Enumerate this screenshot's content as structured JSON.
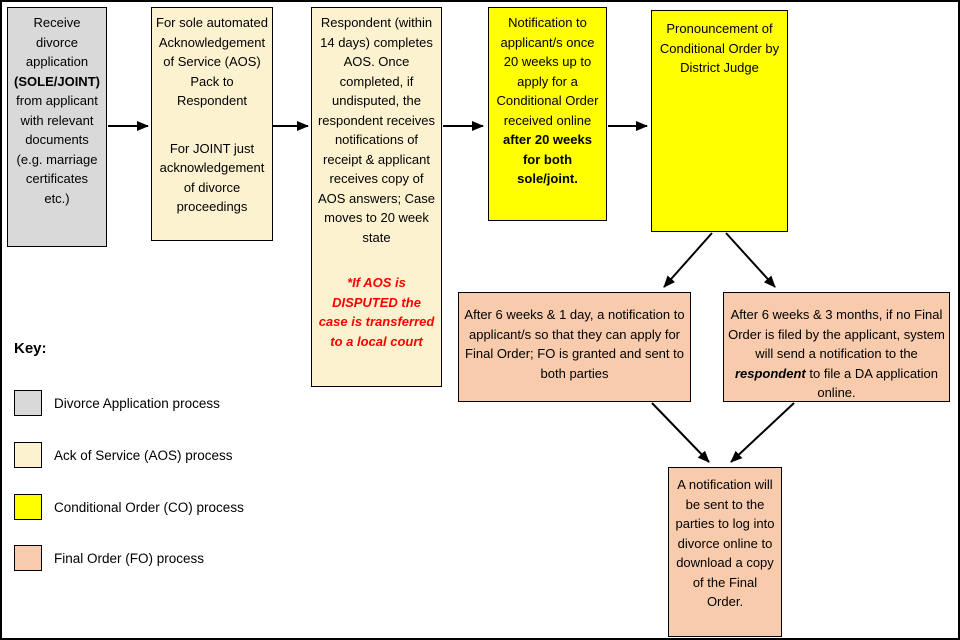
{
  "colors": {
    "divorce_application_process": "#d9d9d9",
    "aos_process": "#fdf2d0",
    "conditional_order_process": "#ffff00",
    "final_order_process": "#f8cbad",
    "alert_text": "#ff0000"
  },
  "boxes": {
    "receive": {
      "pre": "Receive divorce application ",
      "bold": "(SOLE/JOINT)",
      "post": " from applicant with relevant documents (e.g. marriage certificates etc.)"
    },
    "aos_pack": {
      "para1": "For sole automated Acknowledgement of Service  (AOS) Pack to Respondent",
      "para2": "For JOINT just acknowledgement of divorce proceedings"
    },
    "respondent_aos": {
      "para1": "Respondent (within 14 days) completes AOS. Once completed, if undisputed, the respondent receives notifications of receipt & applicant receives copy of AOS answers; Case moves to 20 week state",
      "alert": "*If AOS is DISPUTED the case is transferred to a local court"
    },
    "notification_co": {
      "pre": "Notification to applicant/s once 20 weeks up to apply for a Conditional Order received online ",
      "bold": "after 20 weeks for both sole/joint."
    },
    "pronouncement": {
      "text": "Pronouncement of Conditional Order by District Judge"
    },
    "fo_applicant": {
      "text": "After 6 weeks & 1 day, a notification to applicant/s so that they can apply for Final Order; FO is granted and sent to both parties"
    },
    "fo_respondent": {
      "pre": "After 6 weeks & 3 months, if no Final Order is filed by the applicant, system will send a notification to the ",
      "em": "respondent",
      "post": " to file a DA application online."
    },
    "final_notification": {
      "text": "A notification will be sent to the parties to log into divorce online to download a copy of the Final Order."
    }
  },
  "key": {
    "title": "Key:",
    "items": [
      {
        "label": "Divorce Application process",
        "color": "#d9d9d9"
      },
      {
        "label": "Ack of Service (AOS) process",
        "color": "#fdf2d0"
      },
      {
        "label": "Conditional Order (CO) process",
        "color": "#ffff00"
      },
      {
        "label": "Final Order (FO) process",
        "color": "#f8cbad"
      }
    ]
  }
}
